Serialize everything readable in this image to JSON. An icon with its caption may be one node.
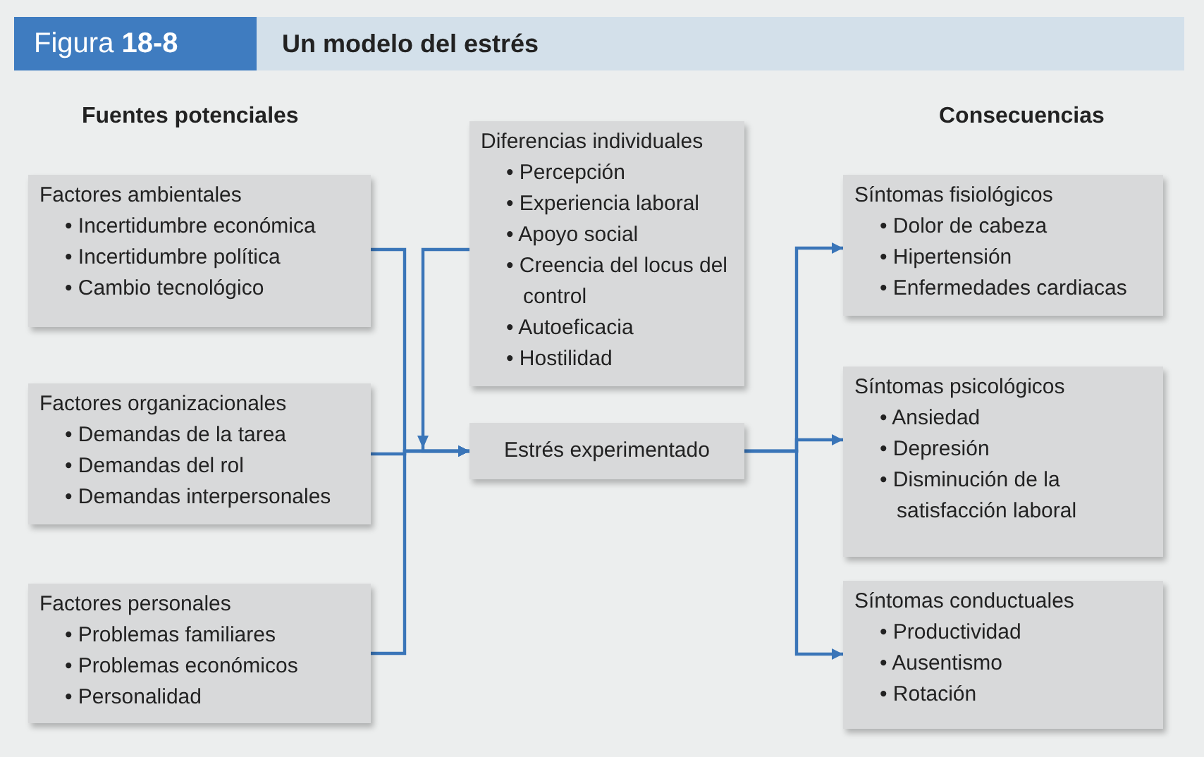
{
  "diagram": {
    "title": "Un modelo del estrés",
    "nodes": [
      {
        "text": [
          "Factores ambientales",
          "• Incertidumbre económica",
          "• Incertidumbre política",
          "• Cambio tecnológico"
        ]
      },
      {
        "text": [
          "Factores organizacionales",
          "• Demandas de la tarea",
          "• Demandas del rol",
          "• Demandas interpersonales"
        ]
      },
      {
        "text": [
          "Factores personales",
          "• Problemas familiares",
          "• Problemas económicos",
          "• Personalidad"
        ]
      },
      {
        "text": [
          "Diferencias individuales",
          "• Percepción",
          "• Experiencia laboral",
          "• Apoyo social",
          "• Creencia del locus del control",
          "• Autoeficacia",
          "• Hostilidad"
        ]
      },
      {
        "text": [
          "Estrés experimentado"
        ]
      },
      {
        "text": [
          "Síntomas fisiológicos",
          "• Dolor de cabeza",
          "• Hipertensión",
          "• Enfermedades cardiacas"
        ]
      },
      {
        "text": [
          "Síntomas psicológicos",
          "• Ansiedad",
          "• Depresión",
          "• Disminución de la satisfacción laboral"
        ]
      },
      {
        "text": [
          "Síntomas conductuales",
          "• Productividad",
          "• Ausentismo",
          "• Rotación"
        ]
      }
    ],
    "edges": [
      {
        "from": 0,
        "to": 4,
        "arrow": "to"
      },
      {
        "from": 1,
        "to": 4,
        "arrow": "to"
      },
      {
        "from": 2,
        "to": 4,
        "arrow": "to"
      },
      {
        "from": 3,
        "to": 4,
        "arrow": "to"
      },
      {
        "from": 4,
        "to": 5,
        "arrow": "to"
      },
      {
        "from": 4,
        "to": 6,
        "arrow": "to"
      },
      {
        "from": 4,
        "to": 7,
        "arrow": "to"
      }
    ],
    "labels": [
      "Figura **18-8**",
      "Fuentes potenciales",
      "Consecuencias"
    ]
  }
}
